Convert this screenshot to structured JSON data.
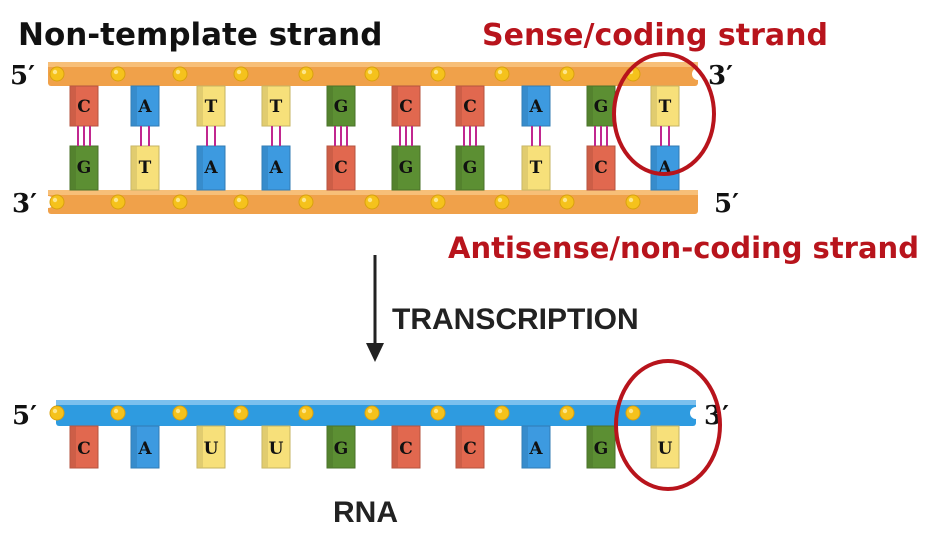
{
  "labels": {
    "non_template": "Non-template strand",
    "sense": "Sense/coding strand",
    "antisense": "Antisense/non-coding strand",
    "transcription": "TRANSCRIPTION",
    "rna": "RNA"
  },
  "ends": {
    "top_left": "5′",
    "top_right": "3′",
    "bottom_left": "3′",
    "bottom_right": "5′",
    "rna_left": "5′",
    "rna_right": "3′"
  },
  "top_strand": [
    "C",
    "A",
    "T",
    "T",
    "G",
    "C",
    "C",
    "A",
    "G",
    "T"
  ],
  "bottom_strand": [
    "G",
    "T",
    "A",
    "A",
    "C",
    "G",
    "G",
    "T",
    "C",
    "A"
  ],
  "rna_strand": [
    "C",
    "A",
    "U",
    "U",
    "G",
    "C",
    "C",
    "A",
    "G",
    "U"
  ],
  "base_colors": {
    "C": "#e1684f",
    "A": "#3d9ae0",
    "T": "#f7e07a",
    "U": "#f7e07a",
    "G": "#5c8f33"
  },
  "colors": {
    "dna_backbone": "#f0a14a",
    "rna_backbone": "#2e9be0",
    "phosphate": "#f5c21c",
    "annotation": "#b8141c",
    "h_bond": "#c1278f"
  }
}
